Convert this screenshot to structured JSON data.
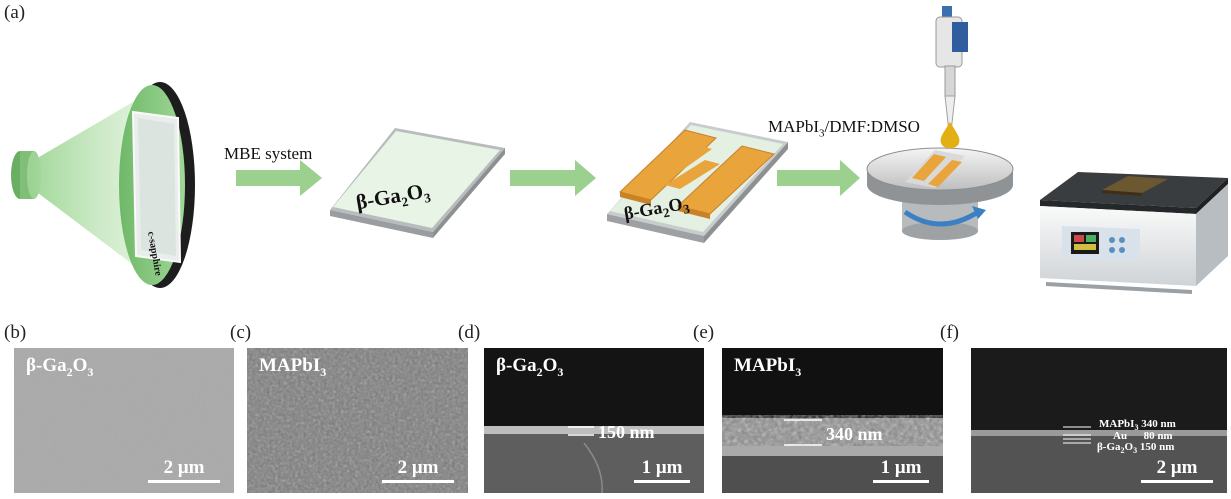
{
  "panel_labels": {
    "a": "(a)",
    "b": "(b)",
    "c": "(c)",
    "d": "(d)",
    "e": "(e)",
    "f": "(f)"
  },
  "schematic": {
    "substrate_label": "c-sapphire",
    "step1_label": "MBE system",
    "film_label": {
      "main": "β-Ga",
      "sub1": "2",
      "mid": "O",
      "sub2": "3"
    },
    "electrode_film_label": {
      "main": "β-Ga",
      "sub1": "2",
      "mid": "O",
      "sub2": "3"
    },
    "solution_label": {
      "pre": "MAPbI",
      "sub": "3",
      "post": "/DMF:DMSO"
    },
    "colors": {
      "arrow": "#9bd08e",
      "gold": "#e9a43c",
      "lens": "#7fc57a",
      "film": "#e8f4e6"
    }
  },
  "sem_panels": [
    {
      "id": "b",
      "label": {
        "main": "β-Ga",
        "sub1": "2",
        "mid": "O",
        "sub2": "3"
      },
      "scale": "2 μm"
    },
    {
      "id": "c",
      "label": {
        "main": "MAPbI",
        "sub1": "3",
        "mid": "",
        "sub2": ""
      },
      "scale": "2 μm"
    },
    {
      "id": "d",
      "label": {
        "main": "β-Ga",
        "sub1": "2",
        "mid": "O",
        "sub2": "3"
      },
      "scale": "1 μm",
      "thickness": "150 nm"
    },
    {
      "id": "e",
      "label": {
        "main": "MAPbI",
        "sub1": "3",
        "mid": "",
        "sub2": ""
      },
      "scale": "1 μm",
      "thickness": "340 nm"
    },
    {
      "id": "f",
      "scale": "2 μm",
      "layers": [
        {
          "name": "MAPbI",
          "sub": "3",
          "name2": "",
          "sub2": "",
          "thickness": "340 nm"
        },
        {
          "name": "Au",
          "sub": "",
          "name2": "",
          "sub2": "",
          "thickness": "80 nm"
        },
        {
          "name": "β-Ga",
          "sub": "2",
          "name2": "O",
          "sub2": "3",
          "thickness": "150 nm"
        }
      ]
    }
  ]
}
